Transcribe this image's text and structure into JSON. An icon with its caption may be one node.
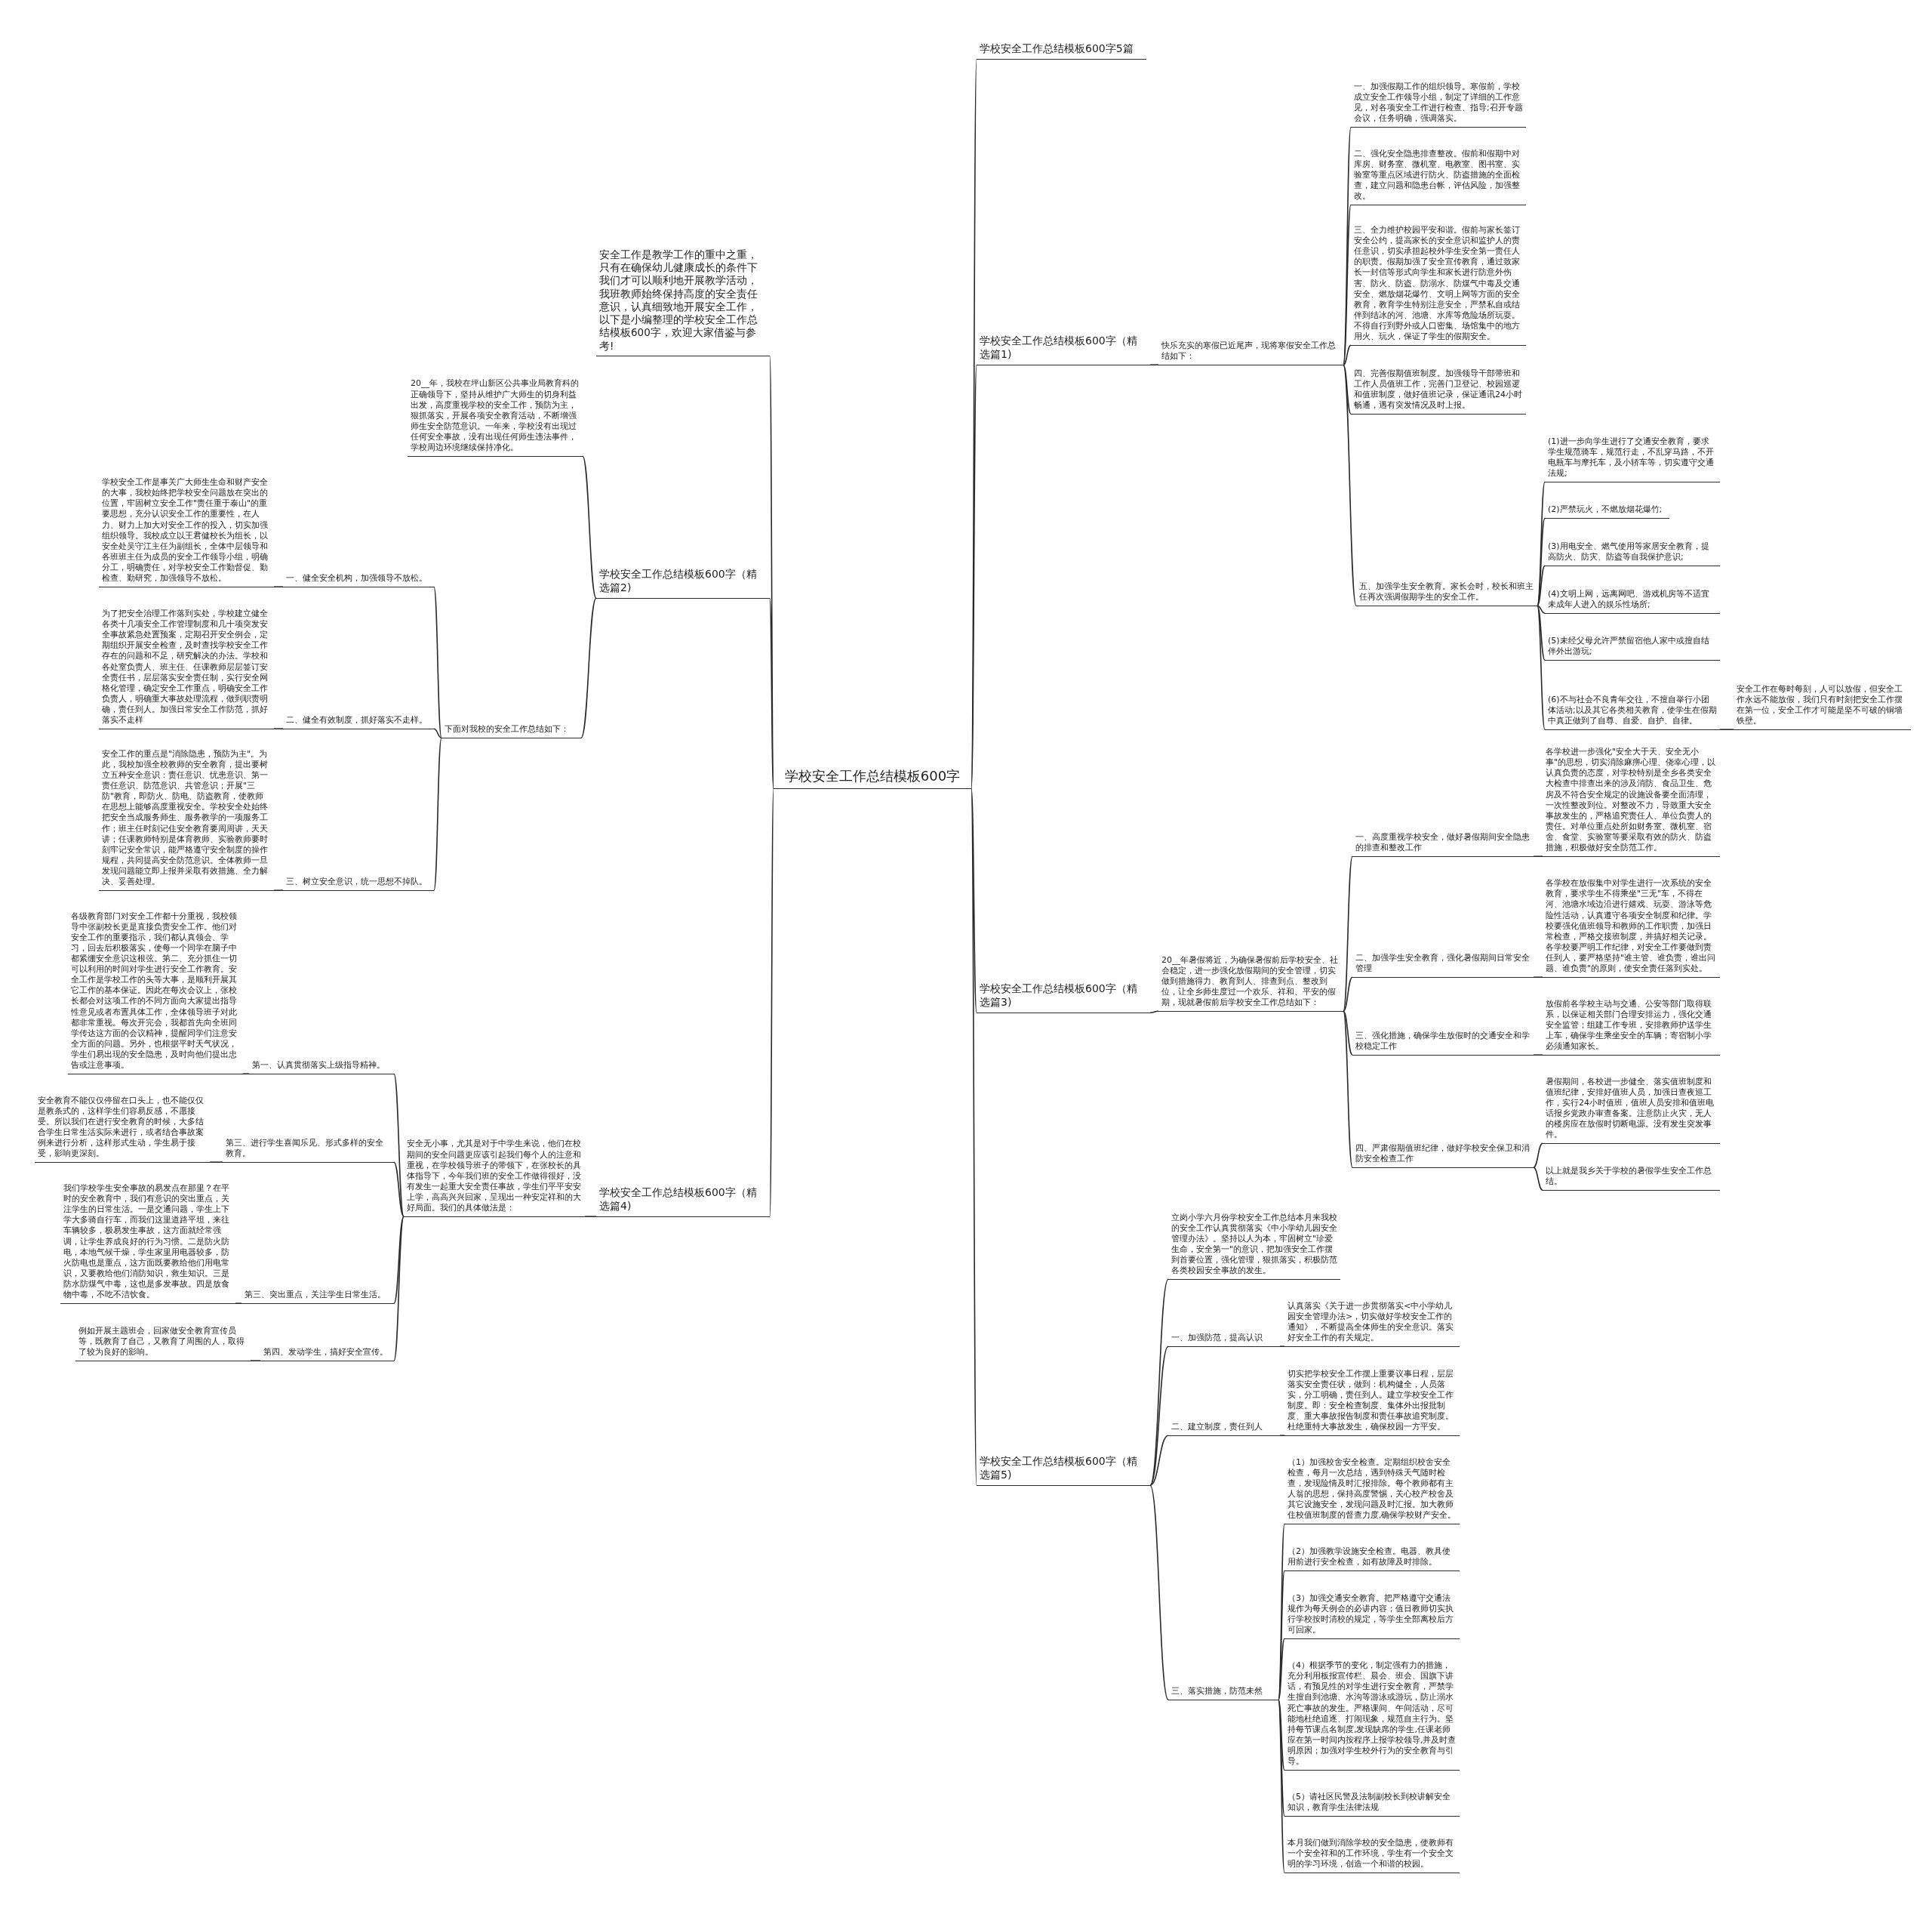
{
  "diagram": {
    "nodes": [
      {
        "text": [
          "学校安全工作总结模板600字"
        ]
      },
      {
        "text": [
          "学校安全工作总结模板600字5篇"
        ]
      },
      {
        "text": [
          "学校安全工作总结模板600字（精选篇1)"
        ]
      },
      {
        "text": [
          "快乐充实的寒假已近尾声，现将寒假安全工作总结如下："
        ]
      },
      {
        "text": [
          "一、加强假期工作的组织领导。寒假前，学校成立安全工作领导小组，制定了详细的工作意见，对各项安全工作进行检查、指导;召开专题会议，任务明确，强调落实。"
        ]
      },
      {
        "text": [
          "二、强化安全隐患排查整改。假前和假期中对库房、财务室、微机室、电教室、图书室、实验室等重点区域进行防火、防盗措施的全面检查，建立问题和隐患台帐，评估风险，加强整改。"
        ]
      },
      {
        "text": [
          "三、全力维护校园平安和谐。假前与家长签订安全公约，提高家长的安全意识和监护人的责任意识，切实承担起校外学生安全第一责任人的职责。假期加强了安全宣传教育，通过致家长一封信等形式向学生和家长进行防意外伤害、防火、防盗、防溺水、防煤气中毒及交通安全、燃放烟花爆竹、文明上网等方面的安全教育，教育学生特别注意安全，严禁私自或结伴到结冰的河、池塘、水库等危险场所玩耍。不得自行到野外或人口密集、场馆集中的地方用火、玩火，保证了学生的假期安全。"
        ]
      },
      {
        "text": [
          "四、完善假期值班制度。加强领导干部带班和工作人员值班工作，完善门卫登记、校园巡逻和值班制度，做好值班记录，保证通讯24小时畅通，遇有突发情况及时上报。"
        ]
      },
      {
        "text": [
          "五、加强学生安全教育。家长会时，校长和班主任再次强调假期学生的安全工作。"
        ]
      },
      {
        "text": [
          "(1)进一步向学生进行了交通安全教育，要求学生规范骑车，规范行走，不乱穿马路，不开电瓶车与摩托车，及小轿车等，切实遵守交通法规;"
        ]
      },
      {
        "text": [
          "(2)严禁玩火，不燃放烟花爆竹;"
        ]
      },
      {
        "text": [
          "(3)用电安全、燃气使用等家居安全教育，提高防火、防灾、防盗等自我保护意识;"
        ]
      },
      {
        "text": [
          "(4)文明上网，远离网吧、游戏机房等不适宜未成年人进入的娱乐性场所;"
        ]
      },
      {
        "text": [
          "(5)未经父母允许严禁留宿他人家中或擅自结伴外出游玩;"
        ]
      },
      {
        "text": [
          "(6)不与社会不良青年交往，不擅自举行小团体活动;以及其它各类相关教育，使学生在假期中真正做到了自尊、自爱、自护、自律。"
        ]
      },
      {
        "text": [
          "安全工作在每时每刻，人可以放假，但安全工作永远不能放假，我们只有时刻把安全工作摆在第一位，安全工作才可能是坚不可破的铜墙铁壁。"
        ]
      },
      {
        "text": [
          "学校安全工作总结模板600字（精选篇3)"
        ]
      },
      {
        "text": [
          "20__年暑假将近，为确保暑假前后学校安全、社会稳定，进一步强化放假期间的安全管理，切实做到措施得力、教育到人、排查到点、整改到位，让全乡师生度过一个欢乐、祥和、平安的假期，现就暑假前后学校安全工作总结如下："
        ]
      },
      {
        "text": [
          "一、高度重视学校安全，做好暑假期间安全隐患的排查和整改工作"
        ]
      },
      {
        "text": [
          "各学校进一步强化\"安全大于天、安全无小事\"的思想，切实消除麻痹心理、侥幸心理，以认真负责的态度，对学校特别是全乡各类安全大检查中排查出来的涉及消防、食品卫生、危房及不符合安全规定的设施设备要全面清理，一次性整改到位。对整改不力，导致重大安全事故发生的，严格追究责任人、单位负责人的责任。对单位重点处所如财务室、微机室、宿舍、食堂、实验室等要采取有效的防火、防盗措施，积极做好安全防范工作。"
        ]
      },
      {
        "text": [
          "二、加强学生安全教育，强化暑假期间日常安全管理"
        ]
      },
      {
        "text": [
          "各学校在放假集中对学生进行一次系统的安全教育，要求学生不得乘坐\"三无\"车，不得在河、池塘水域边沿进行嬉戏、玩耍、游泳等危险性活动，认真遵守各项安全制度和纪律。学校要强化值班领导和教师的工作职责，加强日常检查，严格交接班制度，并搞好相关记录。各学校要严明工作纪律，对安全工作要做到责任到人，要严格坚持\"谁主管、谁负责，谁出问题、谁负责\"的原则，使安全责任落到实处。"
        ]
      },
      {
        "text": [
          "三、强化措施，确保学生放假时的交通安全和学校稳定工作"
        ]
      },
      {
        "text": [
          "放假前各学校主动与交通、公安等部门取得联系，以保证相关部门合理安排运力，强化交通安全监管；组建工作专班，安排教师护送学生上车，确保学生乘坐安全的车辆；寄宿制小学必须通知家长。"
        ]
      },
      {
        "text": [
          "四、严肃假期值班纪律，做好学校安全保卫和消防安全检查工作"
        ]
      },
      {
        "text": [
          "暑假期间，各校进一步健全、落实值班制度和值班纪律，安排好值班人员，加强日查夜巡工作，实行24小时值班，值班人员安排和值班电话报乡党政办审查备案。注意防止火灾，无人的楼房应在放假时切断电源。没有发生突发事件。"
        ]
      },
      {
        "text": [
          "以上就是我乡关于学校的暑假学生安全工作总结。"
        ]
      },
      {
        "text": [
          "学校安全工作总结模板600字（精选篇5)"
        ]
      },
      {
        "text": [
          "立岗小学六月份学校安全工作总结本月来我校的安全工作认真贯彻落实《中小学幼儿园安全管理办法》。坚持以人为本，牢固树立\"珍爱生命，安全第一\"的意识，把加强安全工作摆到首要位置，强化管理，狠抓落实，积极防范各类校园安全事故的发生。"
        ]
      },
      {
        "text": [
          "一、加强防范，提高认识"
        ]
      },
      {
        "text": [
          "认真落实《关于进一步贯彻落实<中小学幼儿园安全管理办法>，切实做好学校安全工作的通知》，不断提高全体师生的安全意识。落实好安全工作的有关规定。"
        ]
      },
      {
        "text": [
          "二、建立制度，责任到人"
        ]
      },
      {
        "text": [
          "切实把学校安全工作摆上重要议事日程，层层落实安全责任状，做到：机构健全，人员落实，分工明确，责任到人。建立学校安全工作制度。即：安全检查制度、集体外出报批制度、重大事故报告制度和责任事故追究制度。杜绝重特大事故发生，确保校园一方平安。"
        ]
      },
      {
        "text": [
          "三、落实措施，防范未然"
        ]
      },
      {
        "text": [
          "（1）加强校舍安全检查。定期组织校舍安全检查，每月一次总结，遇到特殊天气随时检查，发现险情及时汇报排除。每个教师都有主人翁的思想，保持高度警惕，关心校产校舍及其它设施安全，发现问题及时汇报。加大教师住校值班制度的督查力度,确保学校财产安全。"
        ]
      },
      {
        "text": [
          "（2）加强教学设施安全检查。电器、教具使用前进行安全检查，如有故障及时排除。"
        ]
      },
      {
        "text": [
          "（3）加强交通安全教育。把严格遵守交通法规作为每天例会的必讲内容；值日教师切实执行学校按时清校的规定，等学生全部离校后方可回家。"
        ]
      },
      {
        "text": [
          "（4）根据季节的变化，制定强有力的措施，充分利用板报宣传栏、晨会、班会、国旗下讲话，有预见性的对学生进行安全教育，严禁学生擅自到池塘、水沟等游泳或游玩，防止溺水死亡事故的发生。严格课间、午间活动，尽可能地杜绝追逐、打闹现象，规范自主行为。坚持每节课点名制度,发现缺席的学生,任课老师应在第一时间内按程序上报学校领导,并及时查明原因；加强对学生校外行为的安全教育与引导。"
        ]
      },
      {
        "text": [
          "（5）请社区民警及法制副校长到校讲解安全知识，教育学生法律法规"
        ]
      },
      {
        "text": [
          "本月我们做到消除学校的安全隐患，使教师有一个安全祥和的工作环境，学生有一个安全文明的学习环境，创造一个和谐的校园。"
        ]
      },
      {
        "text": [
          "安全工作是教学工作的重中之重，只有在确保幼儿健康成长的条件下我们才可以顺利地开展教学活动，我班教师始终保持高度的安全责任意识，认真细致地开展安全工作，以下是小编整理的学校安全工作总结模板600字，欢迎大家借鉴与参考!"
        ]
      },
      {
        "text": [
          "学校安全工作总结模板600字（精选篇2)"
        ]
      },
      {
        "text": [
          "20__年，我校在坪山新区公共事业局教育科的正确领导下，坚持从维护广大师生的切身利益出发，高度重视学校的安全工作，预防为主，狠抓落实，开展各项安全教育活动，不断增强师生安全防范意识。一年来，学校没有出现过任何安全事故，没有出现任何师生违法事件，学校周边环境继续保持净化。"
        ]
      },
      {
        "text": [
          "下面对我校的安全工作总结如下："
        ]
      },
      {
        "text": [
          "一、健全安全机构，加强领导不放松。"
        ]
      },
      {
        "text": [
          "学校安全工作是事关广大师生生命和财产安全的大事，我校始终把学校安全问题放在突出的位置，牢固树立安全工作\"责任重于泰山\"的重要思想，充分认识安全工作的重要性，在人力、财力上加大对安全工作的投入，切实加强组织领导。我校成立以王君健校长为组长，以安全处吴守江主任为副组长，全体中层领导和各班班主任为成员的安全工作领导小组，明确分工，明确责任，对学校安全工作勤督促、勤检查、勤研究，加强领导不放松。"
        ]
      },
      {
        "text": [
          "二、健全有效制度，抓好落实不走样。"
        ]
      },
      {
        "text": [
          "为了把安全治理工作落到实处，学校建立健全各类十几项安全工作管理制度和几十项突发安全事故紧急处置预案，定期召开安全例会，定期组织开展安全检查，及时查找学校安全工作存在的问题和不足，研究解决的办法。学校和各处室负责人、班主任、任课教师层层签订安全责任书，层层落实安全责任制，实行安全网格化管理，确定安全工作重点，明确安全工作负责人，明确重大事故处理流程，做到职责明确，责任到人。加强日常安全工作防范，抓好落实不走样"
        ]
      },
      {
        "text": [
          "三、树立安全意识，统一思想不掉队。"
        ]
      },
      {
        "text": [
          "安全工作的重点是\"消除隐患，预防为主\"。为此，我校加强全校教师的安全教育，提出要树立五种安全意识：责任意识、忧患意识、第一责任意识、防范意识、共管意识；开展\"三防\"教育，即防火、防电、防盗教育，使教师在思想上能够高度重视安全。学校安全处始终把安全当成服务师生、服务教学的一项服务工作；班主任时刻记住安全教育要周周讲，天天讲；任课教师特别是体育教师、实验教师要时刻牢记安全常识，能严格遵守安全制度的操作规程，共同提高安全防范意识。全体教师一旦发现问题能立即上报并采取有效措施、全力解决、妥善处理。"
        ]
      },
      {
        "text": [
          "学校安全工作总结模板600字（精选篇4)"
        ]
      },
      {
        "text": [
          "安全无小事，尤其是对于中学生来说，他们在校期间的安全问题更应该引起我们每个人的注意和重视，在学校领导班子的带领下，在张校长的具体指导下，今年我们班的安全工作做得很好，没有发生一起重大安全责任事故，学生们平平安安上学，高高兴兴回家，呈现出一种安定祥和的大好局面。我们的具体做法是："
        ]
      },
      {
        "text": [
          "第一、认真贯彻落实上级指导精神。"
        ]
      },
      {
        "text": [
          "各级教育部门对安全工作都十分重视，我校领导中张副校长更是直接负责安全工作。他们对安全工作的重要指示，我们都认真领会、学习，回去后积极落实，使每一个同学在脑子中都紧绷安全意识这根弦。第二、充分抓住一切可以利用的时间对学生进行安全工作教育。安全工作是学校工作的头等大事，是顺利开展其它工作的基本保证。因此在每次会议上，张校长都会对这项工作的不同方面向大家提出指导性意见或者布置具体工作，全体领导班子对此都非常重视。每次开完会，我都首先向全班同学传达这方面的会议精神，提醒同学们注意安全方面的问题。另外，也根据平时天气状况，学生们易出现的安全隐患，及时向他们提出忠告或注意事项。"
        ]
      },
      {
        "text": [
          "第三、进行学生喜闻乐见、形式多样的安全教育。"
        ]
      },
      {
        "text": [
          "安全教育不能仅仅停留在口头上，也不能仅仅是教条式的，这样学生们容易反感，不愿接受。所以我们在进行安全教育的时候，大多结合学生日常生活实际来进行，或者结合事故案例来进行分析，这样形式生动，学生易于接受，影响更深刻。"
        ]
      },
      {
        "text": [
          "第三、突出重点，关注学生日常生活。"
        ]
      },
      {
        "text": [
          "我们学校学生安全事故的易发点在那里？在平时的安全教育中，我们有意识的突出重点，关注学生的日常生活。一是交通问题，学生上下学大多骑自行车，而我们这里道路平坦，来往车辆较多，极易发生事故，这方面就经常强调，让学生养成良好的行为习惯。二是防火防电，本地气候干燥，学生家里用电器较多，防火防电也是重点，这方面既要教给他们用电常识，又要教给他们消防知识，救生知识。三是防水防煤气中毒，这也是多发事故。四是放食物中毒，不吃不洁饮食。"
        ]
      },
      {
        "text": [
          "第四、发动学生，搞好安全宣传。"
        ]
      },
      {
        "text": [
          "例如开展主题班会，回家做安全教育宣传员等，既教育了自己，又教育了周围的人，取得了较为良好的影响。"
        ]
      }
    ],
    "edges": [
      {
        "from": 0,
        "to": 1,
        "arrow": "none"
      },
      {
        "from": 0,
        "to": 2,
        "arrow": "none"
      },
      {
        "from": 2,
        "to": 3,
        "arrow": "none"
      },
      {
        "from": 3,
        "to": 4,
        "arrow": "none"
      },
      {
        "from": 3,
        "to": 5,
        "arrow": "none"
      },
      {
        "from": 3,
        "to": 6,
        "arrow": "none"
      },
      {
        "from": 3,
        "to": 7,
        "arrow": "none"
      },
      {
        "from": 3,
        "to": 8,
        "arrow": "none"
      },
      {
        "from": 8,
        "to": 9,
        "arrow": "none"
      },
      {
        "from": 8,
        "to": 10,
        "arrow": "none"
      },
      {
        "from": 8,
        "to": 11,
        "arrow": "none"
      },
      {
        "from": 8,
        "to": 12,
        "arrow": "none"
      },
      {
        "from": 8,
        "to": 13,
        "arrow": "none"
      },
      {
        "from": 8,
        "to": 14,
        "arrow": "none"
      },
      {
        "from": 14,
        "to": 15,
        "arrow": "none"
      },
      {
        "from": 0,
        "to": 16,
        "arrow": "none"
      },
      {
        "from": 16,
        "to": 17,
        "arrow": "none"
      },
      {
        "from": 17,
        "to": 18,
        "arrow": "none"
      },
      {
        "from": 18,
        "to": 19,
        "arrow": "none"
      },
      {
        "from": 17,
        "to": 20,
        "arrow": "none"
      },
      {
        "from": 20,
        "to": 21,
        "arrow": "none"
      },
      {
        "from": 17,
        "to": 22,
        "arrow": "none"
      },
      {
        "from": 22,
        "to": 23,
        "arrow": "none"
      },
      {
        "from": 17,
        "to": 24,
        "arrow": "none"
      },
      {
        "from": 24,
        "to": 25,
        "arrow": "none"
      },
      {
        "from": 24,
        "to": 26,
        "arrow": "none"
      },
      {
        "from": 0,
        "to": 27,
        "arrow": "none"
      },
      {
        "from": 27,
        "to": 28,
        "arrow": "none"
      },
      {
        "from": 27,
        "to": 29,
        "arrow": "none"
      },
      {
        "from": 29,
        "to": 30,
        "arrow": "none"
      },
      {
        "from": 27,
        "to": 31,
        "arrow": "none"
      },
      {
        "from": 31,
        "to": 32,
        "arrow": "none"
      },
      {
        "from": 27,
        "to": 33,
        "arrow": "none"
      },
      {
        "from": 33,
        "to": 34,
        "arrow": "none"
      },
      {
        "from": 33,
        "to": 35,
        "arrow": "none"
      },
      {
        "from": 33,
        "to": 36,
        "arrow": "none"
      },
      {
        "from": 33,
        "to": 37,
        "arrow": "none"
      },
      {
        "from": 33,
        "to": 38,
        "arrow": "none"
      },
      {
        "from": 33,
        "to": 39,
        "arrow": "none"
      },
      {
        "from": 0,
        "to": 40,
        "arrow": "none"
      },
      {
        "from": 0,
        "to": 41,
        "arrow": "none"
      },
      {
        "from": 41,
        "to": 42,
        "arrow": "none"
      },
      {
        "from": 41,
        "to": 43,
        "arrow": "none"
      },
      {
        "from": 43,
        "to": 44,
        "arrow": "none"
      },
      {
        "from": 44,
        "to": 45,
        "arrow": "none"
      },
      {
        "from": 43,
        "to": 46,
        "arrow": "none"
      },
      {
        "from": 46,
        "to": 47,
        "arrow": "none"
      },
      {
        "from": 43,
        "to": 48,
        "arrow": "none"
      },
      {
        "from": 48,
        "to": 49,
        "arrow": "none"
      },
      {
        "from": 0,
        "to": 50,
        "arrow": "none"
      },
      {
        "from": 50,
        "to": 51,
        "arrow": "none"
      },
      {
        "from": 51,
        "to": 52,
        "arrow": "none"
      },
      {
        "from": 52,
        "to": 53,
        "arrow": "none"
      },
      {
        "from": 51,
        "to": 54,
        "arrow": "none"
      },
      {
        "from": 54,
        "to": 55,
        "arrow": "none"
      },
      {
        "from": 51,
        "to": 56,
        "arrow": "none"
      },
      {
        "from": 56,
        "to": 57,
        "arrow": "none"
      },
      {
        "from": 51,
        "to": 58,
        "arrow": "none"
      },
      {
        "from": 58,
        "to": 59,
        "arrow": "none"
      }
    ]
  }
}
